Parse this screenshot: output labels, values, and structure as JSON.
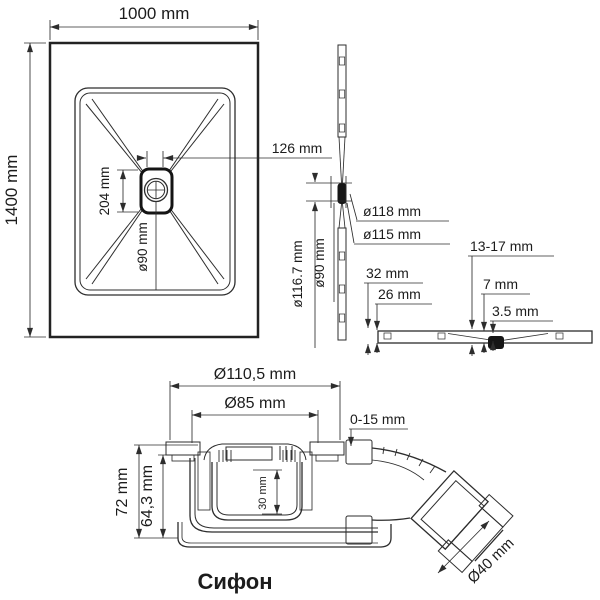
{
  "colors": {
    "caption": "#2b3560",
    "line": "#2d2d2d"
  },
  "top_view": {
    "width": "1000 mm",
    "height": "1400 mm",
    "drain_plate_height": "204 mm",
    "drain_offset": "126 mm",
    "drain_diameter": "ø90 mm"
  },
  "side_section": {
    "flange_outer_diameter": "ø118 mm",
    "flange_inner_diameter": "ø115 mm",
    "opening_diameter": "ø116.7 mm",
    "drain_diameter": "ø90 mm"
  },
  "thickness_section": {
    "edge_height": "32 mm",
    "edge_inner_height": "26 mm",
    "center_range": "13-17 mm",
    "mid_thickness": "7 mm",
    "min_thickness": "3.5 mm"
  },
  "siphon": {
    "caption": "Сифон",
    "flange_diameter": "Ø110,5 mm",
    "grate_diameter": "Ø85 mm",
    "adjustment_range": "0-15 mm",
    "total_height": "72 mm",
    "inner_height": "64,3 mm",
    "cup_depth": "30 mm",
    "outlet_diameter": "Ø40 mm"
  }
}
